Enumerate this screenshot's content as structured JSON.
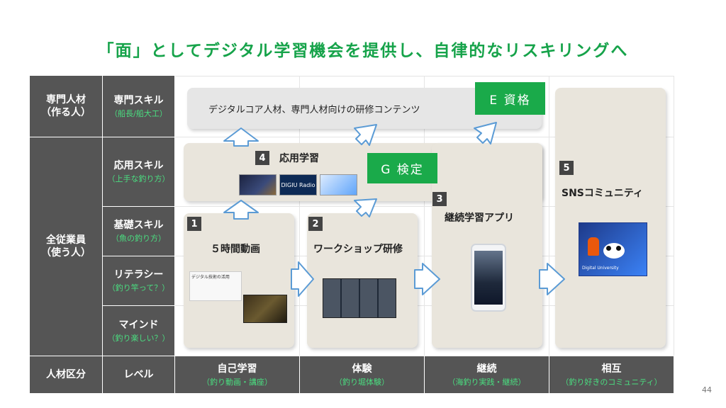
{
  "title": "「面」としてデジタル学習機会を提供し、自律的なリスキリングへ",
  "rows": {
    "senmon_jinzai": {
      "label": "専門人材",
      "sub": "（作る人）"
    },
    "zen_jugyoin": {
      "label": "全従業員",
      "sub": "（使う人）"
    },
    "jinzai_kubun": "人材区分"
  },
  "levels": [
    {
      "label": "専門スキル",
      "sub": "（船長/船大工）"
    },
    {
      "label": "応用スキル",
      "sub": "（上手な釣り方）"
    },
    {
      "label": "基礎スキル",
      "sub": "（魚の釣り方）"
    },
    {
      "label": "リテラシー",
      "sub": "（釣り竿って？）"
    },
    {
      "label": "マインド",
      "sub": "（釣り楽しい？）"
    }
  ],
  "level_header": "レベル",
  "columns": [
    {
      "label": "自己学習",
      "sub": "（釣り動画・講座）"
    },
    {
      "label": "体験",
      "sub": "（釣り堀体験）"
    },
    {
      "label": "継続",
      "sub": "（海釣り実践・継続）"
    },
    {
      "label": "相互",
      "sub": "（釣り好きのコミュニティ）"
    }
  ],
  "cards": {
    "top": "デジタルコア人材、専門人材向けの研修コンテンツ",
    "applied": {
      "num": "4",
      "title": "応用学習"
    },
    "video": {
      "num": "1",
      "title": "５時間動画"
    },
    "workshop": {
      "num": "2",
      "title": "ワークショップ研修"
    },
    "app": {
      "num": "3",
      "title": "継続学習アプリ"
    },
    "sns": {
      "num": "5",
      "title": "SNSコミュニティ"
    }
  },
  "badges": {
    "e": "E 資格",
    "g": "G 検定"
  },
  "thumbs": {
    "video_slide_title": "デジタル技術の活用",
    "digiu_radio": "DIGIU Radio",
    "digital_university": "Digital University"
  },
  "page_number": "44",
  "colors": {
    "accent_green": "#16a34a",
    "header_gray": "#555555",
    "card": "#e9e5dc",
    "badge": "#1aaa4a"
  }
}
